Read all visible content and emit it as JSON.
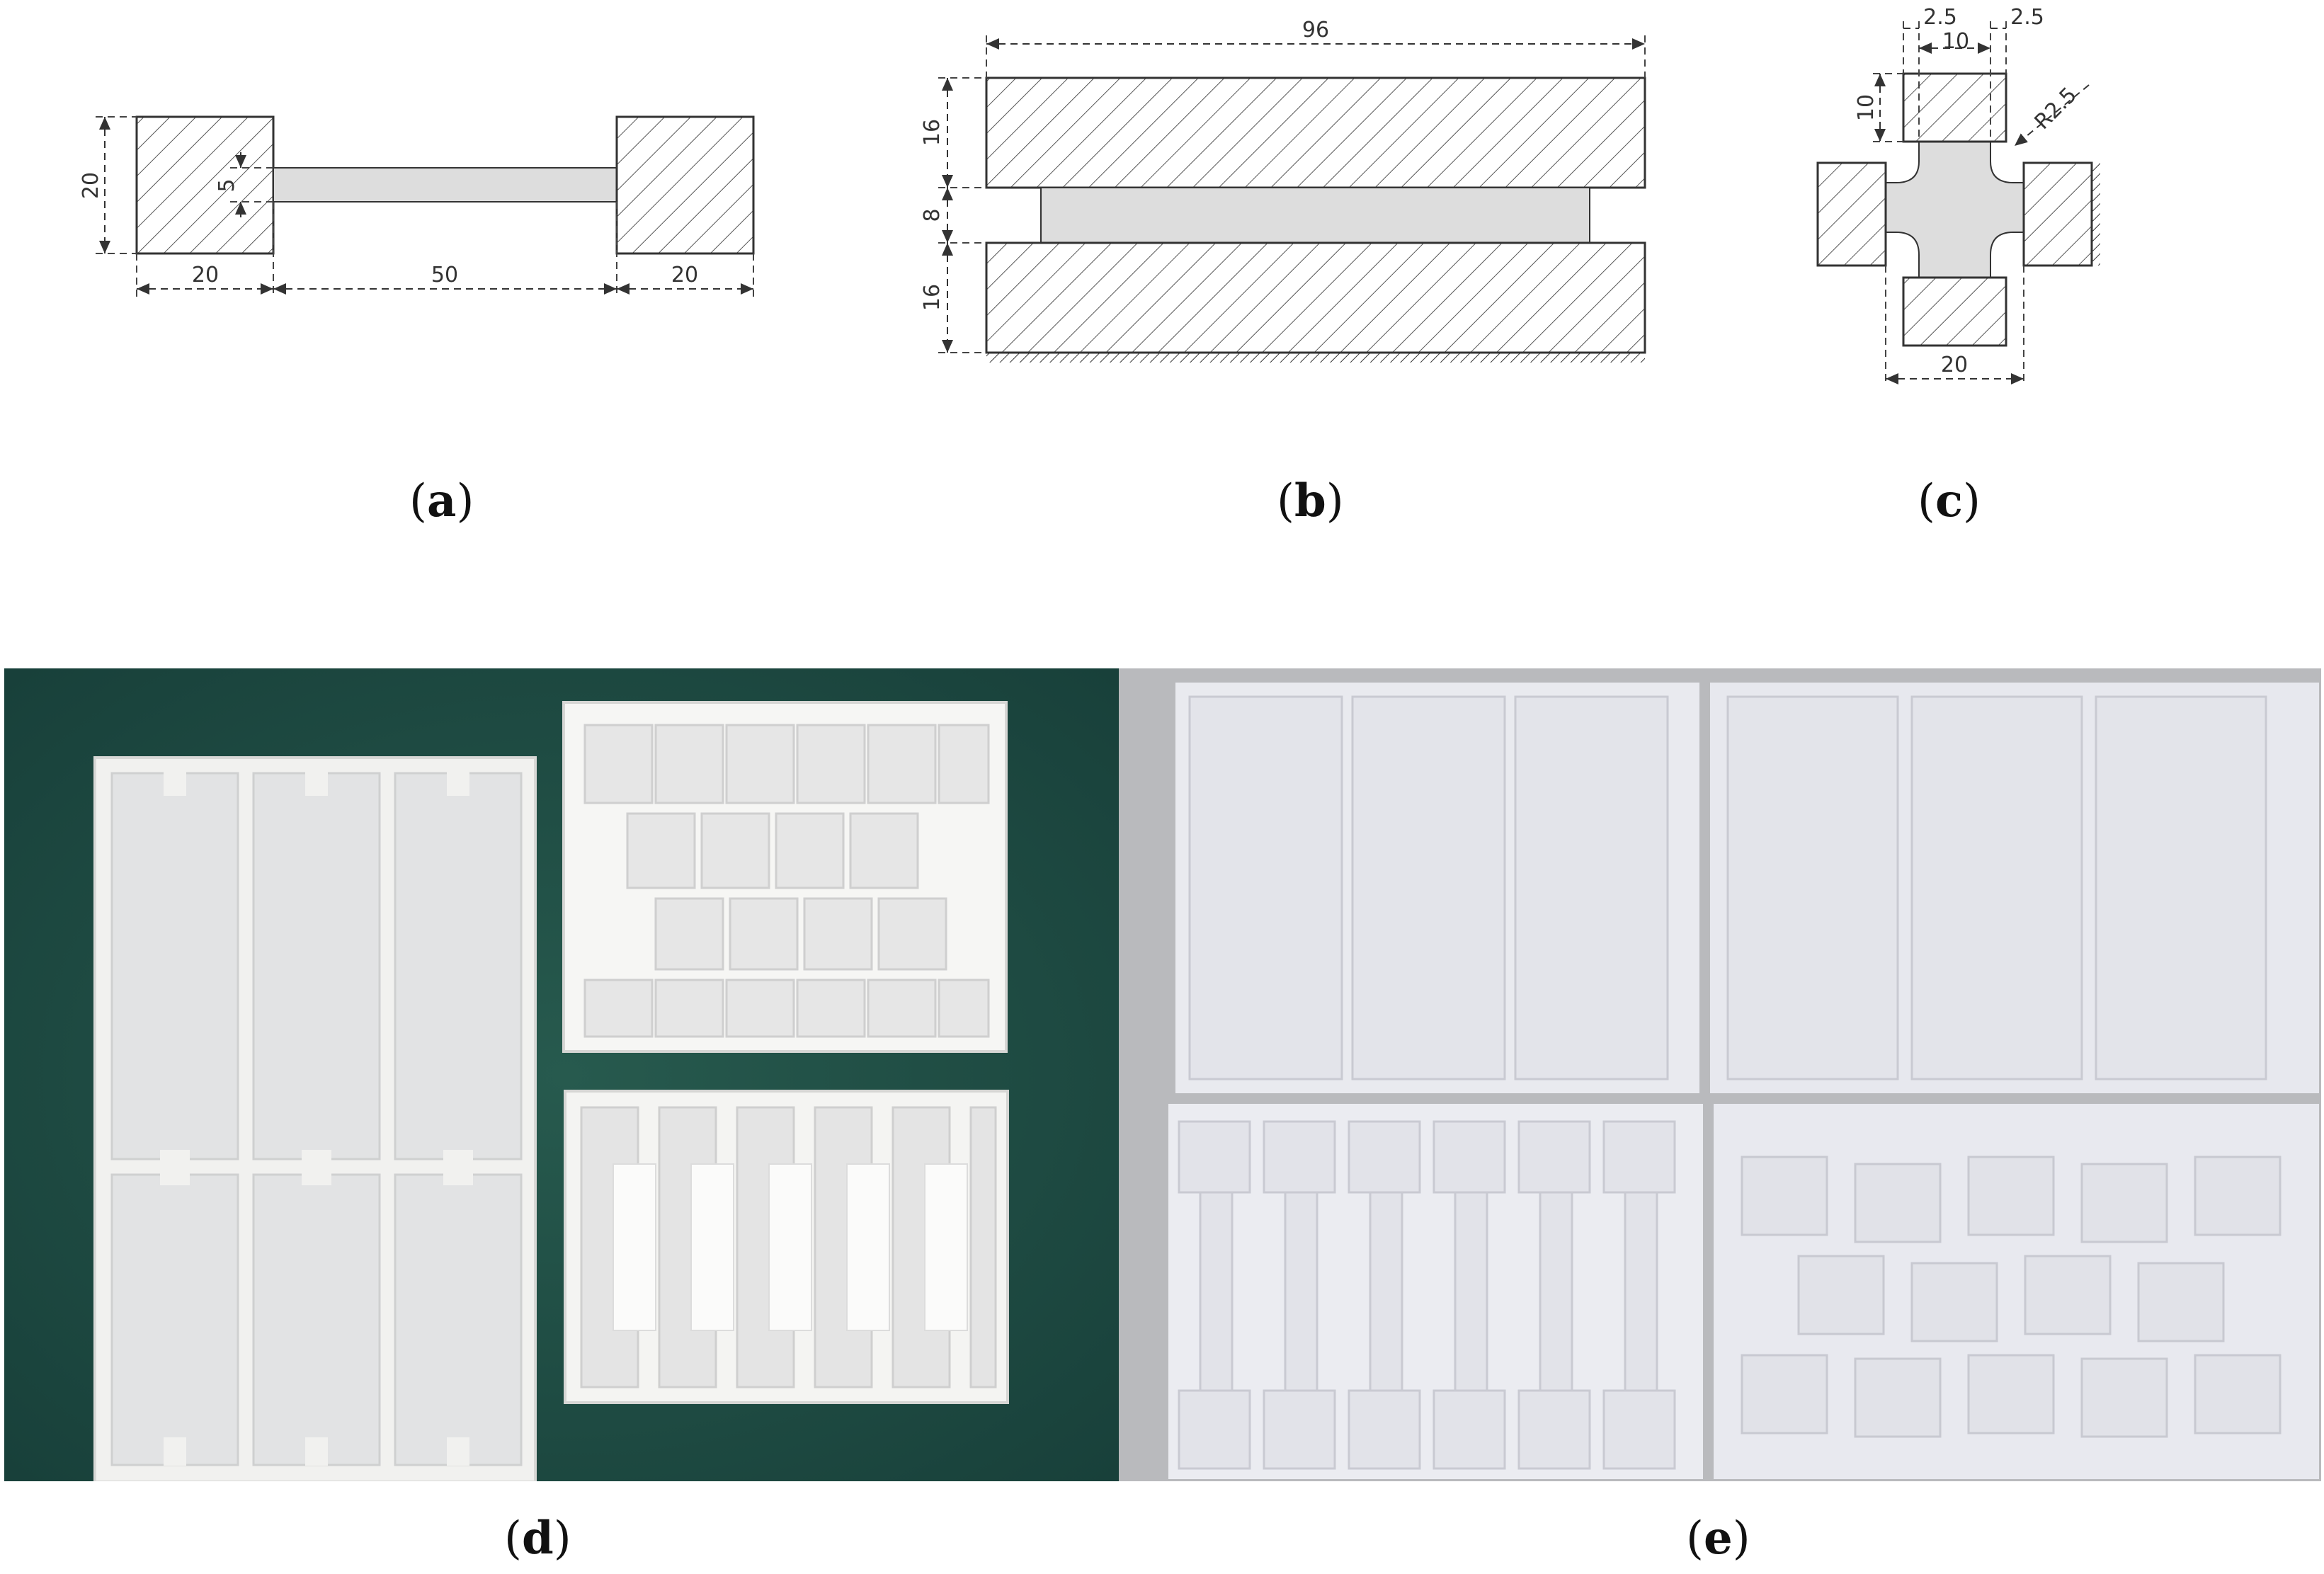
{
  "panel_a": {
    "label": "a",
    "dims": {
      "height": "20",
      "gap": "5",
      "left_width": "20",
      "middle_length": "50",
      "right_width": "20"
    }
  },
  "panel_b": {
    "label": "b",
    "dims": {
      "length": "96",
      "top": "16",
      "gap": "8",
      "bottom": "16"
    }
  },
  "panel_c": {
    "label": "c",
    "dims": {
      "offset_left": "2.5",
      "width": "10",
      "offset_right": "2.5",
      "height": "10",
      "radius": "R2.5",
      "bottom_width": "20"
    }
  },
  "panel_d": {
    "label": "d"
  },
  "panel_e": {
    "label": "e"
  },
  "colors": {
    "hatch": "#555555",
    "specimen": "#dddddd",
    "mat": "#1f4a40",
    "plate": "#f4f4f2",
    "paper": "#e8e9ef"
  }
}
